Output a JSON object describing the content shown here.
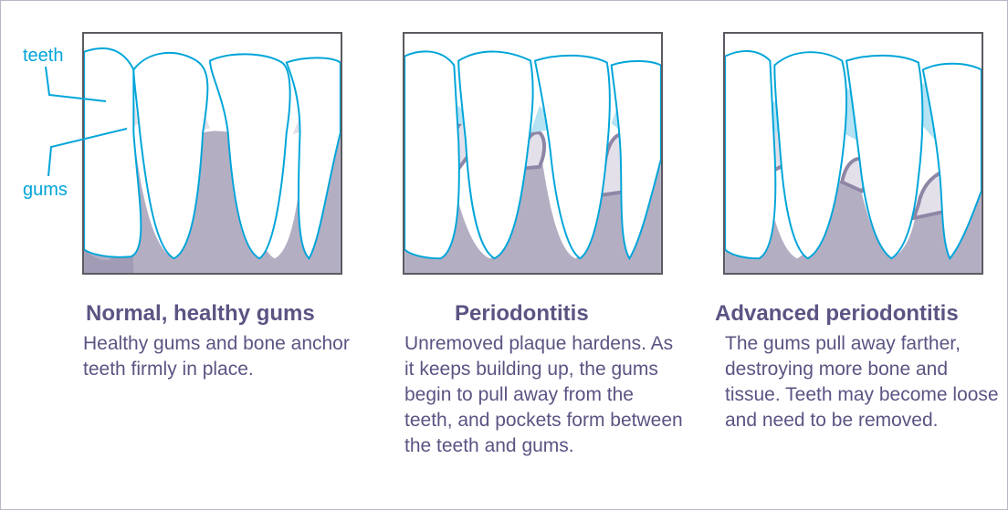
{
  "labels": {
    "teeth": "teeth",
    "gums": "gums"
  },
  "stages": [
    {
      "title": "Normal, healthy gums",
      "description": "Healthy gums and bone anchor teeth firmly in place."
    },
    {
      "title": "Periodontitis",
      "description": "Unremoved plaque hardens. As it keeps building up, the gums begin to pull away from the teeth, and pockets form between the teeth and gums."
    },
    {
      "title": "Advanced periodontitis",
      "description": "The gums pull away farther, destroying more bone and tissue. Teeth may become loose and need to be removed."
    }
  ],
  "colors": {
    "tooth_outline": "#00a5d9",
    "bone": "#b4aec3",
    "bone_dark": "#a29bb5",
    "gum": "#e3e0ea",
    "plaque": "#b6e3f4",
    "tartar": "#8f86a6",
    "text": "#5b5483",
    "border": "#5a5a60"
  }
}
